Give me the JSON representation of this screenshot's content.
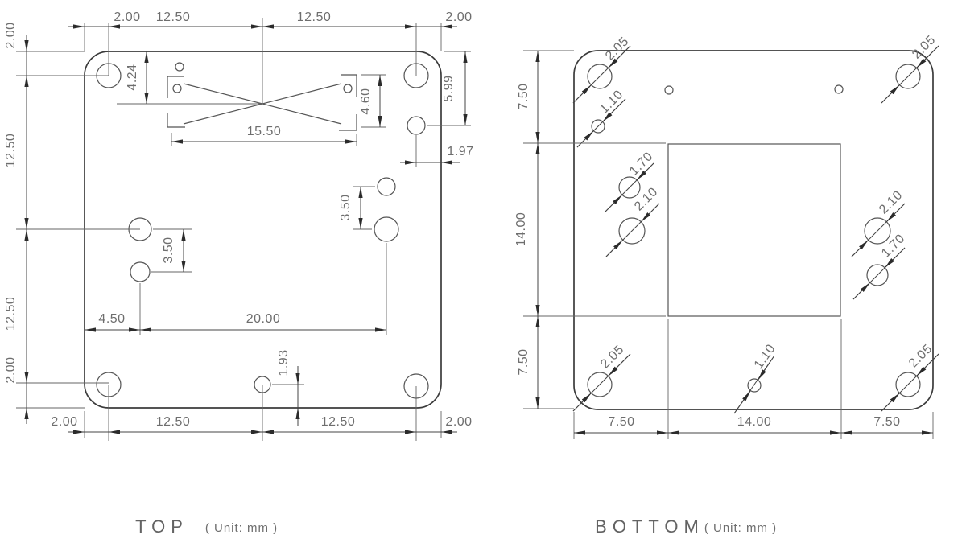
{
  "drawing": {
    "kind": "pcb-dimension-drawing",
    "colors": {
      "outline": "#3c3c3c",
      "dimension_line": "#444444",
      "text": "#6e6e6e",
      "background": "#ffffff"
    }
  },
  "views": {
    "top": {
      "title": "TOP",
      "unit": "( Unit: mm )",
      "top_row": [
        "2.00",
        "12.50",
        "12.50",
        "2.00"
      ],
      "left_col": [
        "2.00",
        "12.50",
        "12.50",
        "2.00"
      ],
      "bottom_row": [
        "2.00",
        "12.50",
        "12.50",
        "2.00"
      ],
      "internal": {
        "pad_offset_v": "4.24",
        "pad_span": "15.50",
        "pad_height": "4.60",
        "hole_from_top": "5.99",
        "hole_from_right": "1.97",
        "pair_right_pitch": "3.50",
        "pair_left_pitch": "3.50",
        "hole_from_left": "4.50",
        "hole_span": "20.00",
        "hole_from_bottom": "1.93"
      }
    },
    "bottom": {
      "title": "BOTTOM",
      "unit": "( Unit: mm )",
      "left_col": [
        "7.50",
        "14.00",
        "7.50"
      ],
      "bottom_row": [
        "7.50",
        "14.00",
        "7.50"
      ],
      "callouts": {
        "tl_corner": "2.05",
        "tr_corner": "2.05",
        "bl_corner": "2.05",
        "br_corner": "2.05",
        "tl_small": "1.10",
        "bottom_small": "1.10",
        "left_upper": "1.70",
        "left_lower": "2.10",
        "right_upper": "2.10",
        "right_lower": "1.70"
      }
    }
  }
}
